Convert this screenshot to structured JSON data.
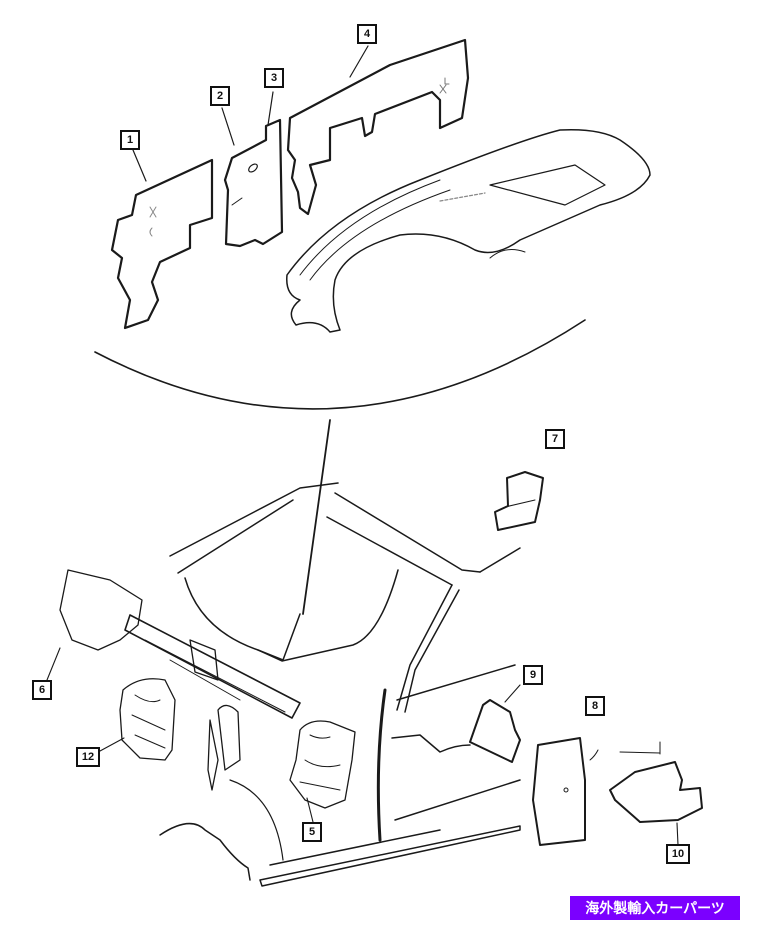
{
  "diagram": {
    "type": "exploded parts diagram",
    "subject": "vehicle dash / cowl / body insulation panels",
    "callouts": [
      {
        "id": "1",
        "label": "1"
      },
      {
        "id": "2",
        "label": "2"
      },
      {
        "id": "3",
        "label": "3"
      },
      {
        "id": "4",
        "label": "4"
      },
      {
        "id": "5",
        "label": "5"
      },
      {
        "id": "6",
        "label": "6"
      },
      {
        "id": "7",
        "label": "7"
      },
      {
        "id": "8",
        "label": "8"
      },
      {
        "id": "9",
        "label": "9"
      },
      {
        "id": "10",
        "label": "10"
      },
      {
        "id": "12",
        "label": "12"
      }
    ]
  },
  "badge": {
    "text": "海外製輸入カーパーツ",
    "color": "#7b00ff"
  }
}
